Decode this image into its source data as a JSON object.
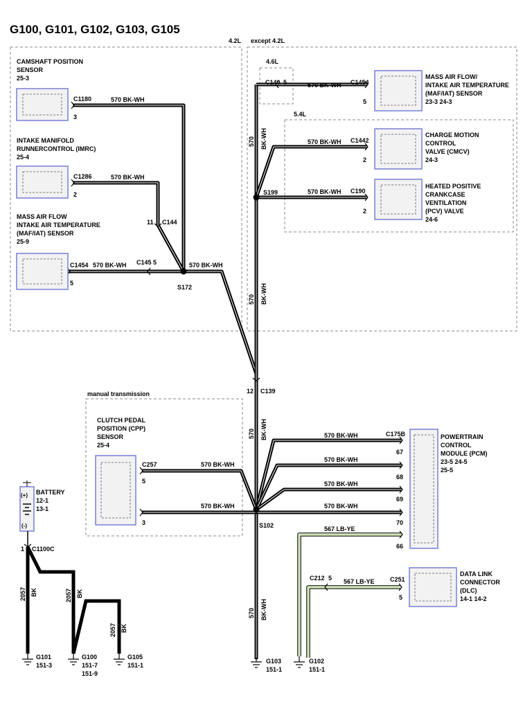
{
  "title": "G100, G101, G102, G103, G105",
  "regions": {
    "r42": "4.2L",
    "except42": "except 4.2L",
    "r46": "4.6L",
    "r54": "5.4L",
    "manual": "manual transmission"
  },
  "components": {
    "cmp": {
      "l1": "CAMSHAFT POSITION",
      "l2": "SENSOR",
      "l3": "25-3"
    },
    "imrc": {
      "l1": "INTAKE MANIFOLD",
      "l2": "RUNNERCONTROL (IMRC)",
      "l3": "25-4"
    },
    "maf_left": {
      "l1": "MASS AIR FLOW",
      "l2": "INTAKE AIR TEMPERATURE",
      "l3": "(MAF/IAT) SENSOR",
      "l4": "25-9"
    },
    "maf_right": {
      "l1": "MASS AIR FLOW/",
      "l2": "INTAKE AIR TEMPERATURE",
      "l3": "(MAF/IAT) SENSOR",
      "l4": "23-3    24-3"
    },
    "cmcv": {
      "l1": "CHARGE MOTION",
      "l2": "CONTROL",
      "l3": "VALVE (CMCV)",
      "l4": "24-3"
    },
    "pcv": {
      "l1": "HEATED POSITIVE",
      "l2": "CRANKCASE",
      "l3": "VENTILATION",
      "l4": "(PCV) VALVE",
      "l5": "24-6"
    },
    "cpp": {
      "l1": "CLUTCH PEDAL",
      "l2": "POSITION (CPP)",
      "l3": "SENSOR",
      "l4": "25-4"
    },
    "pcm": {
      "l1": "POWERTRAIN",
      "l2": "CONTROL",
      "l3": "MODULE (PCM)",
      "l4": "23-5    24-5",
      "l5": "25-5"
    },
    "dlc": {
      "l1": "DATA LINK",
      "l2": "CONNECTOR",
      "l3": "(DLC)",
      "l4": "14-1    14-2"
    },
    "battery": {
      "l1": "BATTERY",
      "l2": "12-1",
      "l3": "13-1",
      "plus": "(+)",
      "minus": "(-)"
    }
  },
  "connectors": {
    "c1180": "C1180",
    "c1286": "C1286",
    "c1454l": "C1454",
    "c145": "C145",
    "c144": "C144",
    "c140": "C140",
    "c1454r": "C1454",
    "c1442": "C1442",
    "c190": "C190",
    "c139": "C139",
    "c257": "C257",
    "c175b": "C175B",
    "c251": "C251",
    "c212": "C212",
    "c1100c": "C1100C"
  },
  "pins": {
    "c1180": "3",
    "c1286": "2",
    "c1454l": "5",
    "c145": "5",
    "c144": "11",
    "c140": "5",
    "c1454r": "5",
    "c1442": "2",
    "c190": "2",
    "c139": "12",
    "c257a": "5",
    "c257b": "3",
    "pcm67": "67",
    "pcm68": "68",
    "pcm69": "69",
    "pcm70": "70",
    "pcm66": "66",
    "c212": "5",
    "c251": "5",
    "c1100c": "1"
  },
  "splices": {
    "s172": "S172",
    "s199": "S199",
    "s102": "S102"
  },
  "wires": {
    "bkwh": "570  BK-WH",
    "lbye": "567  LB-YE",
    "vnum": "570",
    "vcol": "BK-WH",
    "gnum": "2057",
    "gcol": "BK"
  },
  "grounds": {
    "g101": {
      "name": "G101",
      "ref": "151-3"
    },
    "g100": {
      "name": "G100",
      "ref1": "151-7",
      "ref2": "151-9"
    },
    "g105": {
      "name": "G105",
      "ref": "151-1"
    },
    "g103": {
      "name": "G103",
      "ref": "151-1"
    },
    "g102": {
      "name": "G102",
      "ref": "151-1"
    }
  },
  "colors": {
    "component_border": "#7f87d6",
    "lbye_fill": "#cfe3b8",
    "region_dash": "#888888"
  }
}
